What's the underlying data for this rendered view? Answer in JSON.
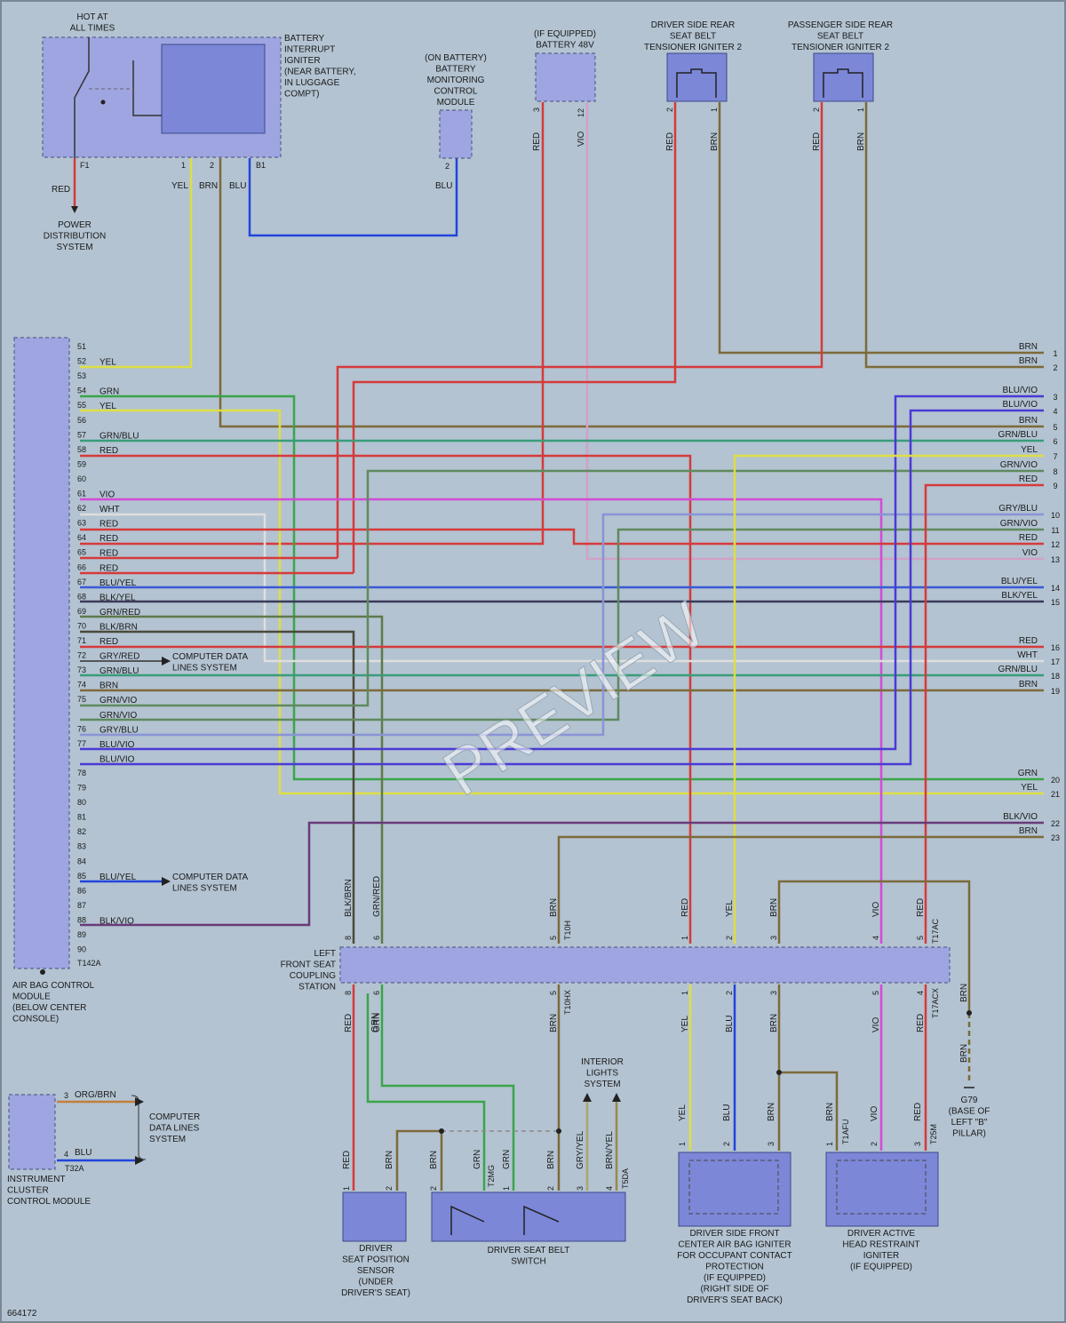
{
  "watermark": "PREVIEW",
  "diagram_id": "664172",
  "wire_colors": {
    "RED": "#d63a3a",
    "BRN": "#7d6a3a",
    "YEL": "#dede44",
    "BLU": "#2244dd",
    "GRN": "#3aa54a",
    "VIO": "#d34ad8",
    "WHT": "#dedede",
    "GRY/BLU": "#8a94d6",
    "GRN/BLU": "#3a9c7a",
    "GRN/VIO": "#5e8a5e",
    "BLU/VIO": "#4a3ad6",
    "BLU/YEL": "#3a5ad6",
    "BLK/YEL": "#3a3a5a",
    "BLK/BRN": "#4a4a3a",
    "GRN/RED": "#5e7a4a",
    "GRY/RED": "#a07070",
    "BLK/VIO": "#6a3a7a",
    "ORG/BRN": "#c0803a",
    "GRY/YEL": "#a8a870",
    "BRN/YEL": "#9a8a4a"
  },
  "components": {
    "hot_at_all_times": [
      "HOT AT",
      "ALL TIMES"
    ],
    "battery_igniter": [
      "BATTERY",
      "INTERRUPT",
      "IGNITER",
      "(NEAR BATTERY,",
      "IN LUGGAGE",
      "COMPT)"
    ],
    "power_distribution": [
      "POWER",
      "DISTRIBUTION",
      "SYSTEM"
    ],
    "battery_monitoring": [
      "(ON BATTERY)",
      "BATTERY",
      "MONITORING",
      "CONTROL",
      "MODULE"
    ],
    "battery_48v": [
      "(IF EQUIPPED)",
      "BATTERY 48V"
    ],
    "driver_rear_tensioner": [
      "DRIVER SIDE REAR",
      "SEAT BELT",
      "TENSIONER IGNITER 2"
    ],
    "passenger_rear_tensioner": [
      "PASSENGER SIDE REAR",
      "SEAT BELT",
      "TENSIONER IGNITER 2"
    ],
    "airbag_module": [
      "AIR BAG CONTROL",
      "MODULE",
      "(BELOW CENTER",
      "CONSOLE)"
    ],
    "computer_data_1": [
      "COMPUTER DATA",
      "LINES SYSTEM"
    ],
    "computer_data_2": [
      "COMPUTER DATA",
      "LINES SYSTEM"
    ],
    "computer_data_3": [
      "COMPUTER",
      "DATA LINES",
      "SYSTEM"
    ],
    "instrument_cluster": [
      "INSTRUMENT",
      "CLUSTER",
      "CONTROL MODULE"
    ],
    "coupling_station": [
      "LEFT",
      "FRONT SEAT",
      "COUPLING",
      "STATION"
    ],
    "interior_lights": [
      "INTERIOR",
      "LIGHTS",
      "SYSTEM"
    ],
    "ground": [
      "G79",
      "(BASE OF",
      "LEFT \"B\"",
      "PILLAR)"
    ],
    "seat_position_sensor": [
      "DRIVER",
      "SEAT POSITION",
      "SENSOR",
      "(UNDER",
      "DRIVER'S SEAT)"
    ],
    "seat_belt_switch": [
      "DRIVER SEAT BELT",
      "SWITCH"
    ],
    "center_airbag": [
      "DRIVER SIDE FRONT",
      "CENTER AIR BAG IGNITER",
      "FOR OCCUPANT CONTACT",
      "PROTECTION",
      "(IF EQUIPPED)",
      "(RIGHT SIDE OF",
      "DRIVER'S SEAT BACK)"
    ],
    "head_restraint": [
      "DRIVER ACTIVE",
      "HEAD RESTRAINT",
      "IGNITER",
      "(IF EQUIPPED)"
    ]
  },
  "connectors": {
    "airbag": "T142A",
    "cluster": "T32A",
    "t10h": "T10H",
    "t17ac": "T17AC",
    "t10hx": "T10HX",
    "t17acx": "T17ACX",
    "t2mg": "T2MG",
    "t5da": "T5DA",
    "t1afu": "T1AFU",
    "t25m": "T25M"
  },
  "pins_top": {
    "batt_f1": "F1",
    "batt_1": "1",
    "batt_2": "2",
    "batt_b1": "B1",
    "batt_red": "RED",
    "batt_yel": "YEL",
    "batt_brn": "BRN",
    "batt_blu": "BLU",
    "mon_2": "2",
    "mon_blu": "BLU",
    "b48_3": "3",
    "b48_12": "12",
    "b48_red": "RED",
    "b48_vio": "VIO",
    "drt_2": "2",
    "drt_1": "1",
    "drt_red": "RED",
    "drt_brn": "BRN",
    "prt_2": "2",
    "prt_1": "1",
    "prt_red": "RED",
    "prt_brn": "BRN"
  },
  "abm_pins": [
    [
      "51",
      ""
    ],
    [
      "52",
      "YEL"
    ],
    [
      "53",
      ""
    ],
    [
      "54",
      "GRN"
    ],
    [
      "55",
      "YEL"
    ],
    [
      "56",
      ""
    ],
    [
      "57",
      "GRN/BLU"
    ],
    [
      "58",
      "RED"
    ],
    [
      "59",
      ""
    ],
    [
      "60",
      ""
    ],
    [
      "61",
      "VIO"
    ],
    [
      "62",
      "WHT"
    ],
    [
      "63",
      "RED"
    ],
    [
      "64",
      "RED"
    ],
    [
      "65",
      "RED"
    ],
    [
      "66",
      "RED"
    ],
    [
      "67",
      "BLU/YEL"
    ],
    [
      "68",
      "BLK/YEL"
    ],
    [
      "69",
      "GRN/RED"
    ],
    [
      "70",
      "BLK/BRN"
    ],
    [
      "71",
      "RED"
    ],
    [
      "72",
      "GRY/RED"
    ],
    [
      "73",
      "GRN/BLU"
    ],
    [
      "74",
      "BRN"
    ],
    [
      "75",
      "GRN/VIO"
    ],
    [
      "",
      "GRN/VIO"
    ],
    [
      "76",
      "GRY/BLU"
    ],
    [
      "77",
      "BLU/VIO"
    ],
    [
      "",
      "BLU/VIO"
    ],
    [
      "78",
      ""
    ],
    [
      "79",
      ""
    ],
    [
      "80",
      ""
    ],
    [
      "81",
      ""
    ],
    [
      "82",
      ""
    ],
    [
      "83",
      ""
    ],
    [
      "84",
      ""
    ],
    [
      "85",
      "BLU/YEL"
    ],
    [
      "86",
      ""
    ],
    [
      "87",
      ""
    ],
    [
      "88",
      "BLK/VIO"
    ],
    [
      "89",
      ""
    ],
    [
      "90",
      ""
    ]
  ],
  "right_edge": [
    [
      "BRN",
      "1"
    ],
    [
      "BRN",
      "2"
    ],
    [
      "BLU/VIO",
      "3"
    ],
    [
      "BLU/VIO",
      "4"
    ],
    [
      "BRN",
      "5"
    ],
    [
      "GRN/BLU",
      "6"
    ],
    [
      "YEL",
      "7"
    ],
    [
      "GRN/VIO",
      "8"
    ],
    [
      "RED",
      "9"
    ],
    [
      "GRY/BLU",
      "10"
    ],
    [
      "GRN/VIO",
      "11"
    ],
    [
      "RED",
      "12"
    ],
    [
      "VIO",
      "13"
    ],
    [
      "BLU/YEL",
      "14"
    ],
    [
      "BLK/YEL",
      "15"
    ],
    [
      "RED",
      "16"
    ],
    [
      "WHT",
      "17"
    ],
    [
      "GRN/BLU",
      "18"
    ],
    [
      "BRN",
      "19"
    ],
    [
      "GRN",
      "20"
    ],
    [
      "YEL",
      "21"
    ],
    [
      "BLK/VIO",
      "22"
    ],
    [
      "BRN",
      "23"
    ]
  ],
  "cluster_pins": [
    [
      "3",
      "ORG/BRN"
    ],
    [
      "4",
      "BLU"
    ]
  ],
  "coupling_top": [
    [
      "8",
      "BLK/BRN"
    ],
    [
      "6",
      "GRN/RED"
    ],
    [
      "5",
      "BRN"
    ],
    [
      "1",
      "RED"
    ],
    [
      "2",
      "YEL"
    ],
    [
      "3",
      "BRN"
    ],
    [
      "4",
      "VIO"
    ],
    [
      "5",
      "RED"
    ]
  ],
  "coupling_bottom": [
    [
      "8",
      "RED"
    ],
    [
      "6",
      "GRN"
    ],
    [
      "5",
      "BRN"
    ],
    [
      "1",
      "YEL"
    ],
    [
      "2",
      "BLU"
    ],
    [
      "3",
      "BRN"
    ],
    [
      "5",
      "VIO"
    ],
    [
      "4",
      "RED"
    ]
  ],
  "lower_wires": {
    "grn2": "GRN",
    "ground_brn1": "BRN",
    "ground_brn2": "BRN",
    "sps_red": "RED",
    "sps_brn": "BRN",
    "sps_1": "1",
    "sps_2": "2",
    "sbs_brn": "BRN",
    "sbs_grn": "GRN",
    "sbs_grn2": "GRN",
    "sbs_brn2": "BRN",
    "sbs_gryyel": "GRY/YEL",
    "sbs_brnyel": "BRN/YEL",
    "sbs_2a": "2",
    "sbs_1": "1",
    "sbs_2b": "2",
    "sbs_3": "3",
    "sbs_4": "4",
    "cab_yel": "YEL",
    "cab_blu": "BLU",
    "cab_brn": "BRN",
    "cab_1": "1",
    "cab_2": "2",
    "cab_3": "3",
    "hr_brn": "BRN",
    "hr_vio": "VIO",
    "hr_red": "RED",
    "hr_1": "1",
    "hr_2": "2",
    "hr_3": "3"
  }
}
